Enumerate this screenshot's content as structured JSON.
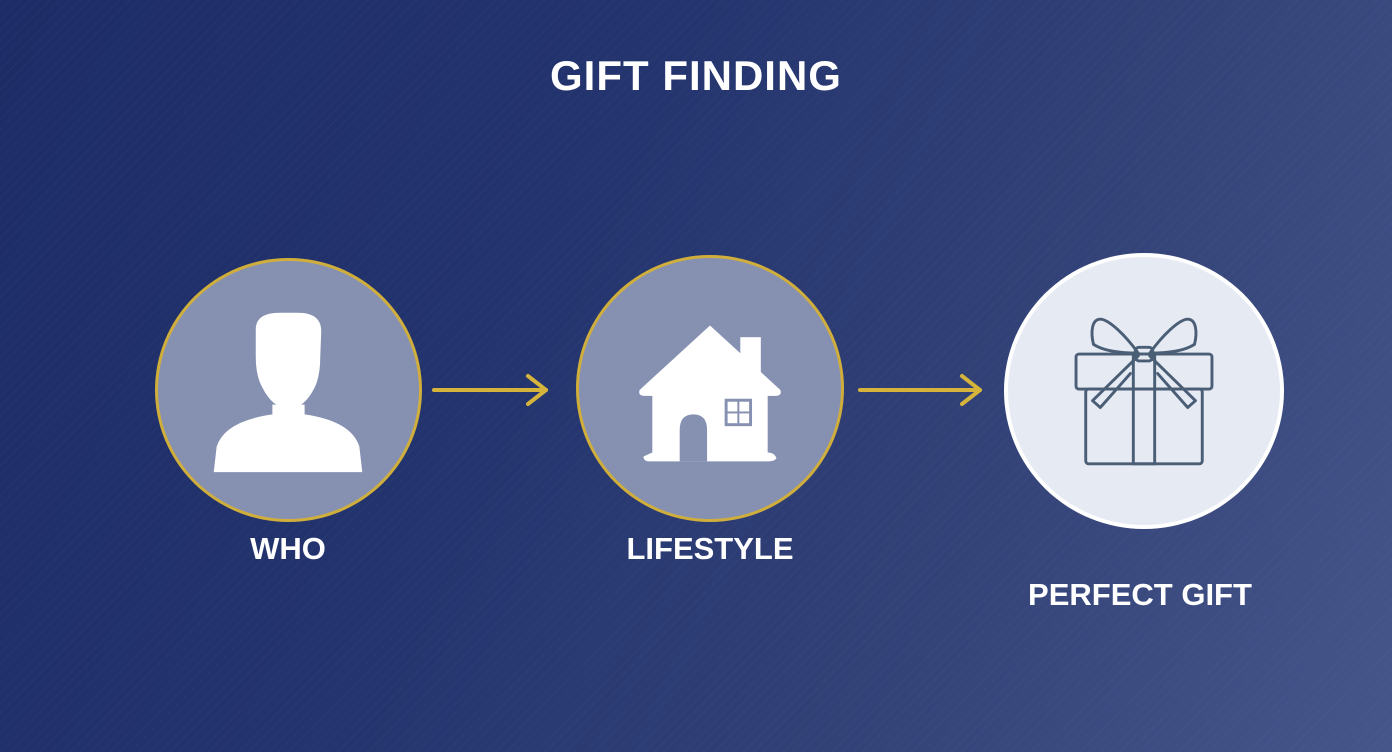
{
  "title": "GIFT FINDING",
  "steps": [
    {
      "label": "WHO",
      "icon": "person-icon"
    },
    {
      "label": "LIFESTYLE",
      "icon": "house-icon"
    },
    {
      "label": "PERFECT GIFT",
      "icon": "gift-box-icon"
    }
  ],
  "connectors": [
    "arrow-right-icon",
    "arrow-right-icon"
  ],
  "colors": {
    "background": "#1d2c66",
    "circle_fill": "#8691b2",
    "circle_border": "#d0ae3c",
    "final_circle_fill": "#e6eaf3",
    "arrow": "#d6b43c",
    "icon_fill": "#ffffff",
    "gift_stroke": "#4a5e76"
  }
}
